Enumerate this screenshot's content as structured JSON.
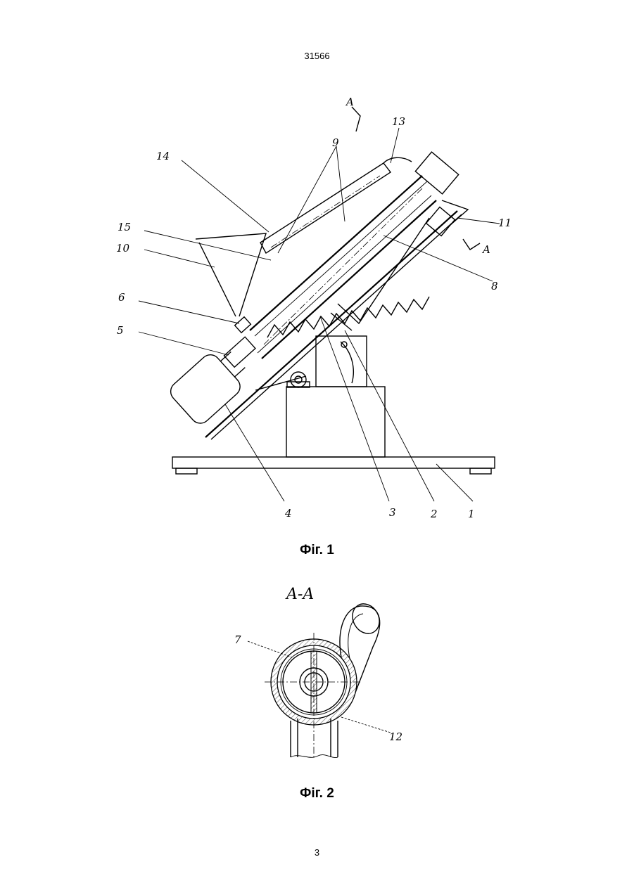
{
  "header": {
    "patent_number": "31566"
  },
  "figure1": {
    "caption": "Фіг. 1",
    "section_marks": [
      "A",
      "A"
    ],
    "labels": [
      "1",
      "2",
      "3",
      "4",
      "5",
      "6",
      "8",
      "9",
      "10",
      "11",
      "13",
      "14",
      "15"
    ]
  },
  "figure2": {
    "caption": "Фіг. 2",
    "section_title": "A-A",
    "labels": [
      "7",
      "12"
    ]
  },
  "footer": {
    "page_number": "3"
  }
}
